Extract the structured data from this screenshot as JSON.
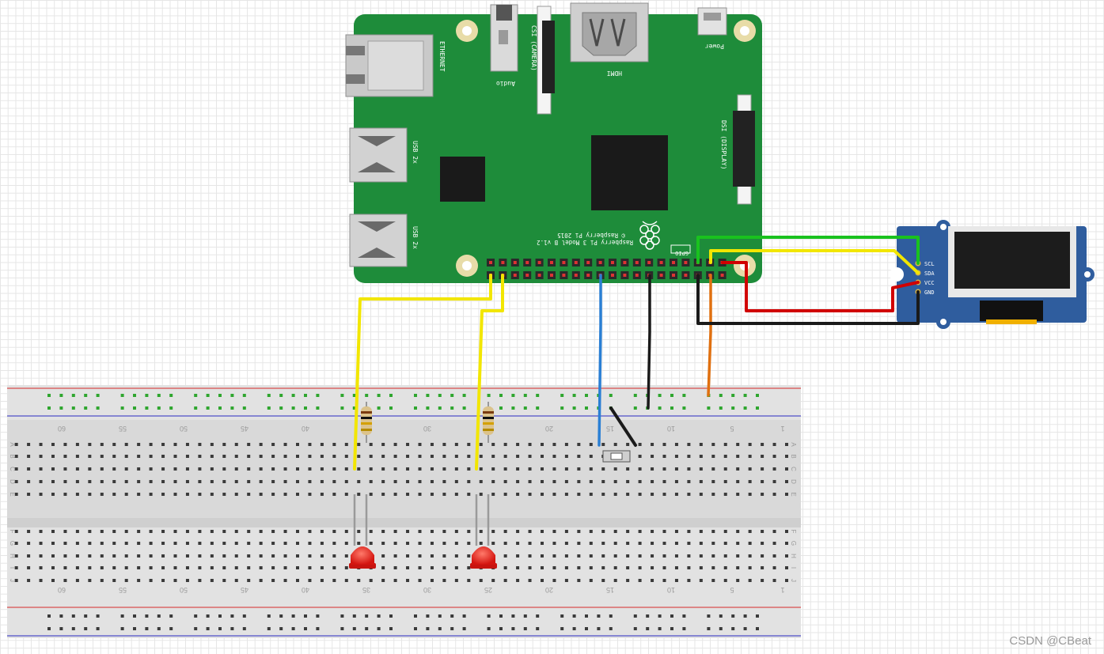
{
  "pi": {
    "ethernet_label": "ETHERNET",
    "audio_label": "Audio",
    "csi_label": "CSI (CAMERA)",
    "hdmi_label": "HDMI",
    "power_label": "Power",
    "usb_label_1": "USB 2x",
    "usb_label_2": "USB 2x",
    "dsi_label": "DSI (DISPLAY)",
    "model_label": "Raspberry Pi 3 Model B v1.2",
    "copyright_label": "© Raspberry Pi 2015",
    "gpio_label": "GPIO"
  },
  "oled": {
    "pins": [
      "SCL",
      "SDA",
      "VCC",
      "GND"
    ]
  },
  "breadboard": {
    "column_numbers": [
      "60",
      "55",
      "50",
      "45",
      "40",
      "35",
      "30",
      "25",
      "20",
      "15",
      "10",
      "5",
      "1"
    ],
    "rows_top": [
      "A",
      "B",
      "C",
      "D",
      "E"
    ],
    "rows_bottom": [
      "F",
      "G",
      "H",
      "I",
      "J"
    ]
  },
  "colors": {
    "pcb": "#1e8c3a",
    "wire_yellow": "#f2e600",
    "wire_green": "#19c21e",
    "wire_red": "#d10000",
    "wire_black": "#1a1a1a",
    "wire_blue": "#2a7fd4",
    "wire_orange": "#e07010",
    "led_red": "#e8201e",
    "oled_board": "#2f5d9e"
  },
  "watermark": "CSDN @CBeat"
}
